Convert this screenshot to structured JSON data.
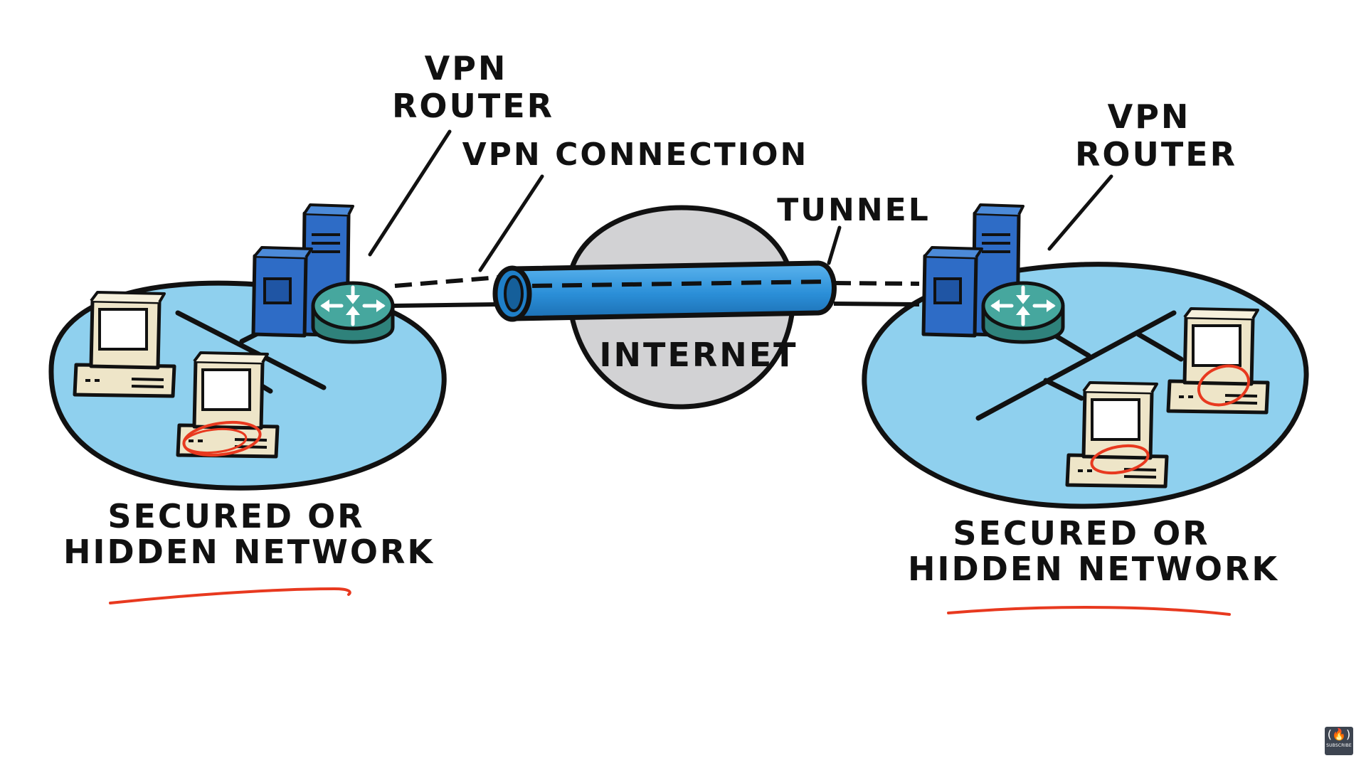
{
  "labels": {
    "vpn_router_left": [
      "VPN",
      "ROUTER"
    ],
    "vpn_connection": "VPN CONNECTION",
    "vpn_router_right": [
      "VPN",
      "ROUTER"
    ],
    "tunnel": "TUNNEL",
    "internet": "INTERNET",
    "network_left": [
      "SECURED OR",
      "HIDDEN NETWORK"
    ],
    "network_right": [
      "SECURED OR",
      "HIDDEN NETWORK"
    ]
  },
  "badge": {
    "label": "SUBSCRIBE",
    "icon": "freecodecamp-flame-icon"
  },
  "colors": {
    "network_fill": "#8fd0ee",
    "tunnel_fill": "#2b8fd8",
    "internet_fill": "#d2d2d4",
    "server_blue": "#2e6cc6",
    "router_teal": "#3f9c94",
    "computer_beige": "#eee5c8",
    "highlight_red": "#e8391f",
    "outline": "#111111"
  }
}
